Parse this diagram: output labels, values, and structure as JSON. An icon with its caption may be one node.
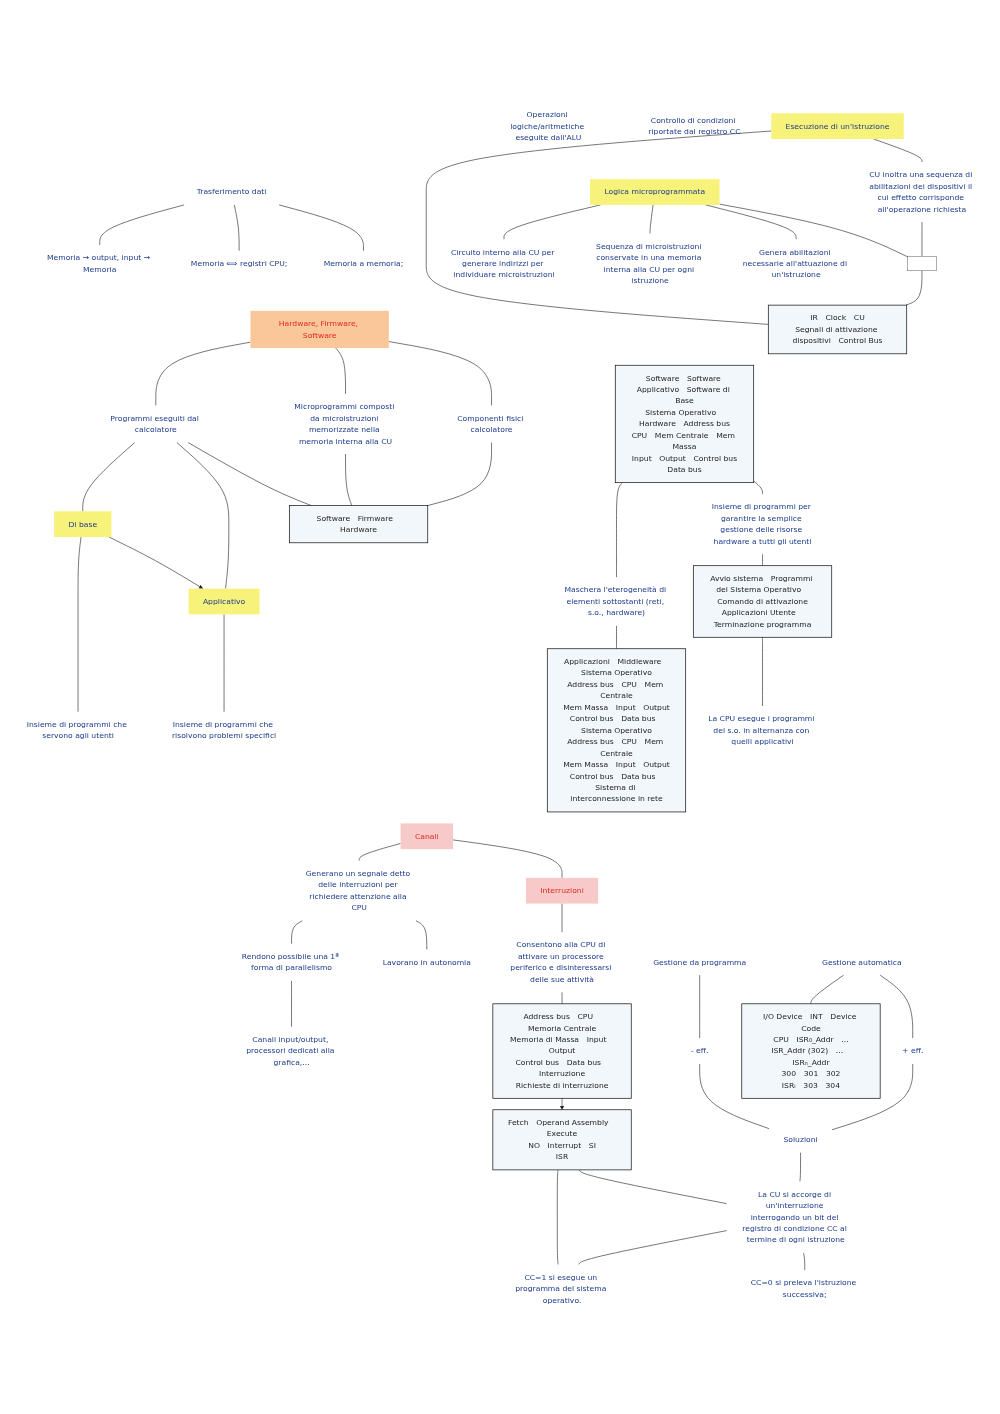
{
  "diagram": {
    "nodes": [
      {
        "text": [
          "Trasferimento dati"
        ]
      },
      {
        "text": [
          "Memoria a memoria;"
        ]
      },
      {
        "text": [
          "Memoria ⟺ registri CPU;"
        ]
      },
      {
        "text": [
          "Memoria → output, input → Memoria"
        ]
      },
      {
        "text": [
          "Operazioni logiche/aritmetiche eseguite dall'ALU"
        ]
      },
      {
        "text": [
          "Controllo di condizioni riportate dal registro CC"
        ]
      },
      {
        "text": [
          "Esecuzione di un'istruzione"
        ]
      },
      {
        "text": [
          "CU inoltra una sequenza di abilitazioni dei dispositivi il cui effetto corrisponde all'operazione richiesta"
        ]
      },
      {
        "text": [],
        "shape": "box"
      },
      {
        "text": [
          "IR",
          "Clock",
          "CU",
          "Segnali di attivazione dispositivi",
          "Control Bus"
        ]
      },
      {
        "text": [
          "Logica microprogrammata"
        ]
      },
      {
        "text": [
          "Genera abilitazioni necessarie all'attuazione di un'istruzione"
        ]
      },
      {
        "text": [
          "Sequenza di microistruzioni conservate in una memoria interna alla CU per ogni istruzione"
        ]
      },
      {
        "text": [
          "Circuito interno alla CU per generare indirizzi per individuare microistruzioni"
        ]
      },
      {
        "text": [
          "Hardware, Firmware, Software"
        ]
      },
      {
        "text": [
          "Componenti fisici calcolatore"
        ]
      },
      {
        "text": [
          "Microprogrammi composti da microistruzioni memorizzate nella memoria interna alla CU"
        ]
      },
      {
        "text": [
          "Programmi eseguiti dal calcolatore"
        ]
      },
      {
        "text": [
          "Applicativo"
        ]
      },
      {
        "text": [
          "Di base"
        ]
      },
      {
        "text": [
          "Insieme di programmi che risolvono problemi specifici"
        ]
      },
      {
        "text": [
          "Insieme di programmi che servono agli utenti"
        ]
      },
      {
        "text": [
          "Software",
          "Firmware",
          "Hardware"
        ]
      },
      {
        "text": [
          "Software",
          "Software Applicativo",
          "Software di Base",
          "Sistema Operativo",
          "Hardware",
          "Address bus",
          "CPU",
          "Mem Centrale",
          "Mem Massa",
          "Input",
          "Output",
          "Control bus",
          "Data bus"
        ]
      },
      {
        "text": [
          "Insieme di programmi per garantire la semplice gestione delle risorse hardware a tutti gli utenti"
        ]
      },
      {
        "text": [
          "Avvio sistema",
          "Programmi del Sistema Operativo",
          "Comando di attivazione",
          "Applicazioni Utente",
          "Terminazione programma"
        ]
      },
      {
        "text": [
          "La CPU esegue i programmi del s.o. in alternanza con quelli applicativi"
        ]
      },
      {
        "text": [
          "Maschera l'eterogeneità di elementi sottostanti (reti, s.o., hardware)"
        ]
      },
      {
        "text": [
          "Applicazioni",
          "Middleware",
          "Sistema Operativo",
          "Address bus",
          "CPU",
          "Mem Centrale",
          "Mem Massa",
          "Input",
          "Output",
          "Control bus",
          "Data bus",
          "Sistema Operativo",
          "Address bus",
          "CPU",
          "Mem Centrale",
          "Mem Massa",
          "Input",
          "Output",
          "Control bus",
          "Data bus",
          "Sistema di interconnessione in rete"
        ]
      },
      {
        "text": [
          "Canali"
        ]
      },
      {
        "text": [
          "Interruzioni"
        ]
      },
      {
        "text": [
          "Generano un segnale detto delle interruzioni per richiedere attenzione alla CPU"
        ]
      },
      {
        "text": [
          "Lavorano in autonomia"
        ]
      },
      {
        "text": [
          "Rendono possibile una 1ª forma di parallelismo"
        ]
      },
      {
        "text": [
          "Canali input/output, processori dedicati alla grafica,..."
        ]
      },
      {
        "text": [
          "Consentono alla CPU di attivare un processore periferico e disinteressarsi delle sue attività"
        ]
      },
      {
        "text": [
          "Address bus",
          "CPU",
          "Memoria Centrale",
          "Memoria di Massa",
          "Input",
          "Output",
          "Control bus",
          "Data bus",
          "Interruzione",
          "Richieste di interruzione"
        ]
      },
      {
        "text": [
          "Fetch",
          "Operand Assembly",
          "Execute",
          "NO",
          "Interrupt",
          "SI",
          "ISR"
        ]
      },
      {
        "text": [
          "Gestione da programma"
        ]
      },
      {
        "text": [
          "Gestione automatica"
        ]
      },
      {
        "text": [
          "- eff."
        ]
      },
      {
        "text": [
          "+ eff."
        ]
      },
      {
        "text": [
          "Soluzioni"
        ]
      },
      {
        "text": [
          "La CU si accorge di un'interruzione interrogando un bit del registro di condizione CC al termine di ogni istruzione"
        ]
      },
      {
        "text": [
          "CC=0 si preleva l'istruzione successiva;"
        ]
      },
      {
        "text": [
          "CC=1 si esegue un programma del sistema operativo."
        ]
      },
      {
        "text": [
          "I/O Device",
          "INT",
          "Device Code",
          "CPU",
          "ISR₀_Addr",
          "...",
          "ISR_Addr (302)",
          "...",
          "ISRₙ_Addr",
          "300",
          "301",
          "302",
          "ISRᵢ",
          "303",
          "304"
        ]
      }
    ],
    "edges": [
      {
        "from": 0,
        "to": 1,
        "arrow": "none"
      },
      {
        "from": 0,
        "to": 2,
        "arrow": "none"
      },
      {
        "from": 0,
        "to": 3,
        "arrow": "none"
      },
      {
        "from": 6,
        "to": 7,
        "arrow": "none"
      },
      {
        "from": 6,
        "to": 9,
        "arrow": "none"
      },
      {
        "from": 7,
        "to": 8,
        "arrow": "none"
      },
      {
        "from": 8,
        "to": 9,
        "arrow": "none"
      },
      {
        "from": 10,
        "to": 8,
        "arrow": "none"
      },
      {
        "from": 10,
        "to": 11,
        "arrow": "none"
      },
      {
        "from": 10,
        "to": 12,
        "arrow": "none"
      },
      {
        "from": 10,
        "to": 13,
        "arrow": "none"
      },
      {
        "from": 14,
        "to": 15,
        "arrow": "none"
      },
      {
        "from": 14,
        "to": 16,
        "arrow": "none"
      },
      {
        "from": 14,
        "to": 17,
        "arrow": "none"
      },
      {
        "from": 15,
        "to": 22,
        "arrow": "none"
      },
      {
        "from": 16,
        "to": 22,
        "arrow": "none"
      },
      {
        "from": 17,
        "to": 22,
        "arrow": "none"
      },
      {
        "from": 17,
        "to": 18,
        "arrow": "none"
      },
      {
        "from": 17,
        "to": 19,
        "arrow": "none"
      },
      {
        "from": 19,
        "to": 18,
        "arrow": "to"
      },
      {
        "from": 18,
        "to": 20,
        "arrow": "none"
      },
      {
        "from": 19,
        "to": 21,
        "arrow": "none"
      },
      {
        "from": 23,
        "to": 24,
        "arrow": "none"
      },
      {
        "from": 24,
        "to": 25,
        "arrow": "none"
      },
      {
        "from": 25,
        "to": 26,
        "arrow": "none"
      },
      {
        "from": 23,
        "to": 27,
        "arrow": "none"
      },
      {
        "from": 27,
        "to": 28,
        "arrow": "none"
      },
      {
        "from": 29,
        "to": 30,
        "arrow": "none"
      },
      {
        "from": 29,
        "to": 31,
        "arrow": "none"
      },
      {
        "from": 31,
        "to": 32,
        "arrow": "none"
      },
      {
        "from": 31,
        "to": 33,
        "arrow": "none"
      },
      {
        "from": 33,
        "to": 34,
        "arrow": "none"
      },
      {
        "from": 30,
        "to": 35,
        "arrow": "none"
      },
      {
        "from": 35,
        "to": 36,
        "arrow": "none"
      },
      {
        "from": 36,
        "to": 37,
        "arrow": "to"
      },
      {
        "from": 37,
        "to": 43,
        "arrow": "none"
      },
      {
        "from": 37,
        "to": 45,
        "arrow": "none"
      },
      {
        "from": 38,
        "to": 40,
        "arrow": "none"
      },
      {
        "from": 39,
        "to": 41,
        "arrow": "none"
      },
      {
        "from": 40,
        "to": 42,
        "arrow": "none"
      },
      {
        "from": 41,
        "to": 42,
        "arrow": "none"
      },
      {
        "from": 42,
        "to": 43,
        "arrow": "none"
      },
      {
        "from": 43,
        "to": 44,
        "arrow": "none"
      },
      {
        "from": 43,
        "to": 45,
        "arrow": "none"
      },
      {
        "from": 39,
        "to": 46,
        "arrow": "none"
      }
    ]
  }
}
